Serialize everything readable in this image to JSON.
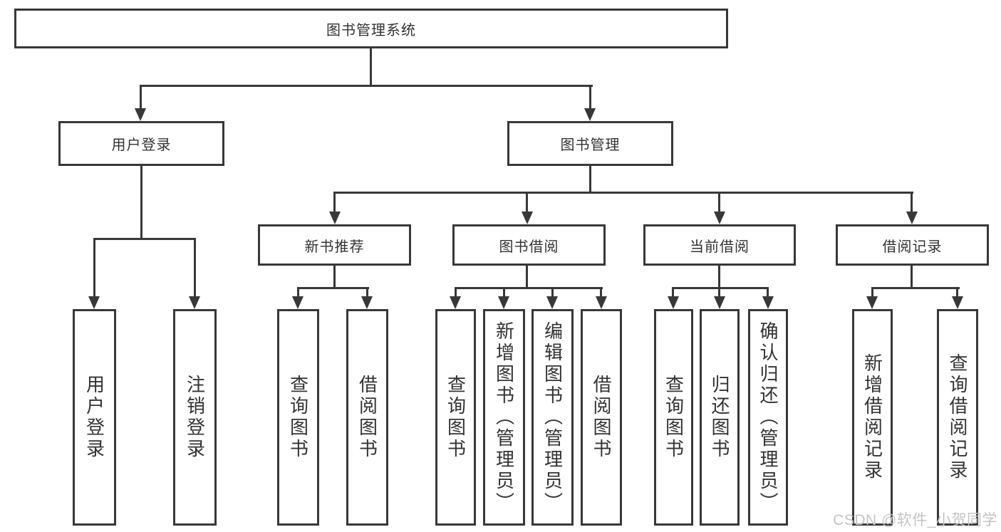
{
  "colors": {
    "line": "#383838",
    "text": "#333333",
    "node_background": "#ffffff",
    "background": "#ffffff",
    "watermark": "#c4c4c4"
  },
  "root": {
    "label": "图书管理系统"
  },
  "level2": [
    {
      "label": "用户登录",
      "parent": "图书管理系统"
    },
    {
      "label": "图书管理",
      "parent": "图书管理系统"
    }
  ],
  "level3": [
    {
      "label": "新书推荐",
      "parent": "图书管理"
    },
    {
      "label": "图书借阅",
      "parent": "图书管理"
    },
    {
      "label": "当前借阅",
      "parent": "图书管理"
    },
    {
      "label": "借阅记录",
      "parent": "图书管理"
    }
  ],
  "leaves": [
    {
      "label": "用户登录",
      "parent": "用户登录"
    },
    {
      "label": "注销登录",
      "parent": "用户登录"
    },
    {
      "label": "查询图书",
      "parent": "新书推荐"
    },
    {
      "label": "借阅图书",
      "parent": "新书推荐"
    },
    {
      "label": "查询图书",
      "parent": "图书借阅"
    },
    {
      "label": "新增图书（管理员）",
      "parent": "图书借阅"
    },
    {
      "label": "编辑图书（管理员）",
      "parent": "图书借阅"
    },
    {
      "label": "借阅图书",
      "parent": "图书借阅"
    },
    {
      "label": "查询图书",
      "parent": "当前借阅"
    },
    {
      "label": "归还图书",
      "parent": "当前借阅"
    },
    {
      "label": "确认归还（管理员）",
      "parent": "当前借阅"
    },
    {
      "label": "新增借阅记录",
      "parent": "借阅记录"
    },
    {
      "label": "查询借阅记录",
      "parent": "借阅记录"
    }
  ],
  "watermark": {
    "text": "CSDN @软件_小贺同学"
  }
}
